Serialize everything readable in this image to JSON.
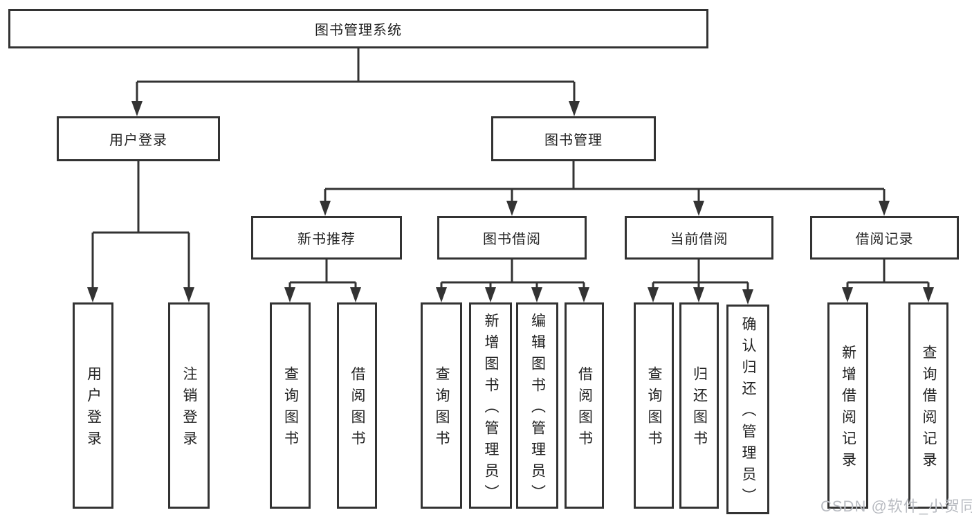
{
  "diagram": {
    "root": {
      "label": "图书管理系统"
    },
    "branches": [
      {
        "label": "用户登录",
        "leaves": [
          {
            "label": "用户登录"
          },
          {
            "label": "注销登录"
          }
        ]
      },
      {
        "label": "图书管理",
        "sections": [
          {
            "label": "新书推荐",
            "leaves": [
              {
                "label": "查询图书"
              },
              {
                "label": "借阅图书"
              }
            ]
          },
          {
            "label": "图书借阅",
            "leaves": [
              {
                "label": "查询图书"
              },
              {
                "label": "新增图书（管理员）"
              },
              {
                "label": "编辑图书（管理员）"
              },
              {
                "label": "借阅图书"
              }
            ]
          },
          {
            "label": "当前借阅",
            "leaves": [
              {
                "label": "查询图书"
              },
              {
                "label": "归还图书"
              },
              {
                "label": "确认归还（管理员）"
              }
            ]
          },
          {
            "label": "借阅记录",
            "leaves": [
              {
                "label": "新增借阅记录"
              },
              {
                "label": "查询借阅记录"
              }
            ]
          }
        ]
      }
    ],
    "colors": {
      "line": "#333333",
      "box_border": "#333333",
      "text": "#222222",
      "background": "#ffffff"
    }
  },
  "watermark": {
    "text": "CSDN @软件_小贺同学",
    "color": "#b9bcc2"
  }
}
